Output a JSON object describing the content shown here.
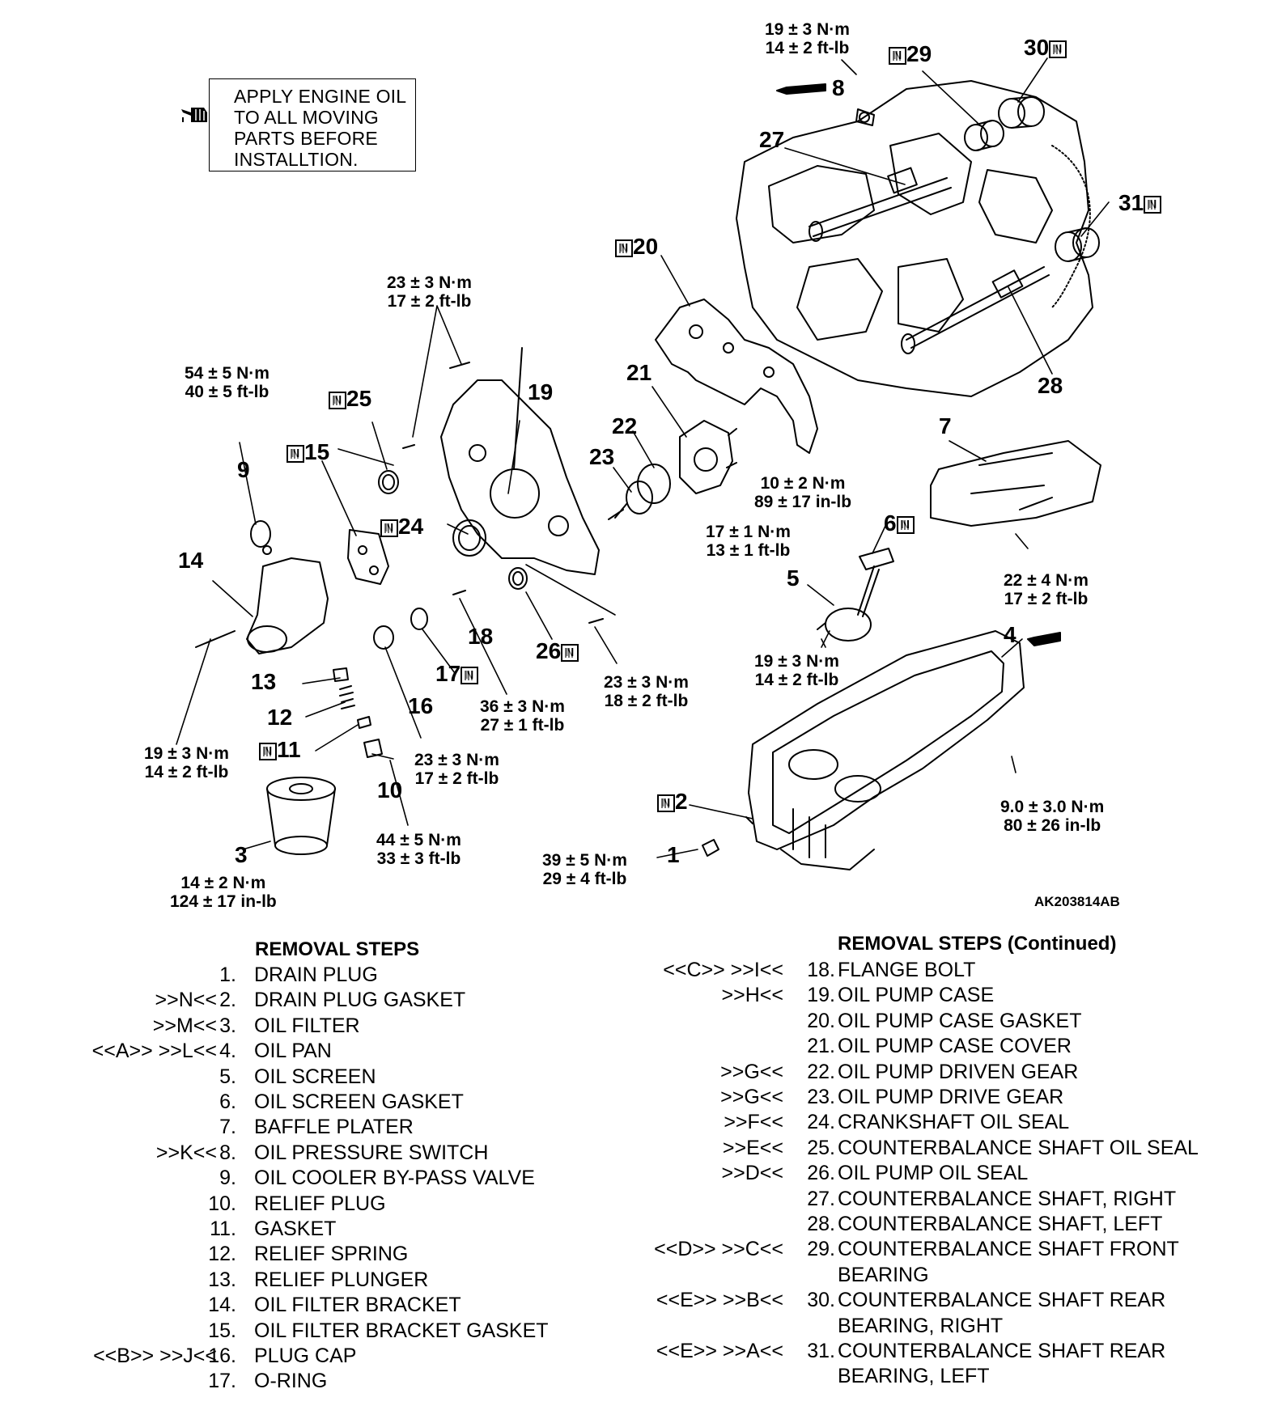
{
  "note": {
    "lines": [
      "APPLY ENGINE OIL",
      "TO ALL MOVING",
      "PARTS BEFORE",
      "INSTALLTION."
    ],
    "icon": "oil-can-icon"
  },
  "torques": {
    "t8": [
      "19 ± 3 N·m",
      "14 ± 2 ft-lb"
    ],
    "t19_top": [
      "23 ± 3 N·m",
      "17 ± 2 ft-lb"
    ],
    "t9": [
      "54 ± 5 N·m",
      "40 ± 5 ft-lb"
    ],
    "t21": [
      "10 ± 2 N·m",
      "89 ± 17 in-lb"
    ],
    "t21b": [
      "17 ± 1 N·m",
      "13 ± 1 ft-lb"
    ],
    "t7": [
      "22 ± 4 N·m",
      "17 ± 2 ft-lb"
    ],
    "t5": [
      "19 ± 3 N·m",
      "14 ± 2 ft-lb"
    ],
    "t19_bot": [
      "23 ± 3 N·m",
      "18 ± 2 ft-lb"
    ],
    "t18": [
      "36 ± 3 N·m",
      "27 ± 1 ft-lb"
    ],
    "t16": [
      "23 ± 3 N·m",
      "17 ± 2 ft-lb"
    ],
    "t14": [
      "19 ± 3 N·m",
      "14 ± 2 ft-lb"
    ],
    "t10": [
      "44 ± 5 N·m",
      "33 ± 3 ft-lb"
    ],
    "t3": [
      "14 ± 2 N·m",
      "124 ± 17 in-lb"
    ],
    "t1": [
      "39 ± 5 N·m",
      "29 ± 4 ft-lb"
    ],
    "t4": [
      "9.0 ± 3.0 N·m",
      "80 ± 26 in-lb"
    ]
  },
  "callouts": {
    "c1": "1",
    "c2": "2",
    "c3": "3",
    "c4": "4",
    "c5": "5",
    "c6": "6",
    "c7": "7",
    "c8": "8",
    "c9": "9",
    "c10": "10",
    "c11": "11",
    "c12": "12",
    "c13": "13",
    "c14": "14",
    "c15": "15",
    "c16": "16",
    "c17": "17",
    "c18": "18",
    "c19": "19",
    "c20": "20",
    "c21": "21",
    "c22": "22",
    "c23": "23",
    "c24": "24",
    "c25": "25",
    "c26": "26",
    "c27": "27",
    "c28": "28",
    "c29": "29",
    "c30": "30",
    "c31": "31"
  },
  "new_part_mark": "N",
  "figure_id": "AK203814AB",
  "removal_left": {
    "heading": "REMOVAL STEPS",
    "steps": [
      {
        "ref": "",
        "num": "1.",
        "label": "DRAIN PLUG"
      },
      {
        "ref": ">>N<<",
        "num": "2.",
        "label": "DRAIN PLUG GASKET"
      },
      {
        "ref": ">>M<<",
        "num": "3.",
        "label": "OIL FILTER"
      },
      {
        "ref": "<<A>> >>L<<",
        "num": "4.",
        "label": "OIL PAN"
      },
      {
        "ref": "",
        "num": "5.",
        "label": "OIL SCREEN"
      },
      {
        "ref": "",
        "num": "6.",
        "label": "OIL SCREEN GASKET"
      },
      {
        "ref": "",
        "num": "7.",
        "label": "BAFFLE PLATER"
      },
      {
        "ref": ">>K<<",
        "num": "8.",
        "label": "OIL PRESSURE SWITCH"
      },
      {
        "ref": "",
        "num": "9.",
        "label": "OIL COOLER BY-PASS VALVE"
      },
      {
        "ref": "",
        "num": "10.",
        "label": "RELIEF PLUG"
      },
      {
        "ref": "",
        "num": "11.",
        "label": "GASKET"
      },
      {
        "ref": "",
        "num": "12.",
        "label": "RELIEF SPRING"
      },
      {
        "ref": "",
        "num": "13.",
        "label": "RELIEF PLUNGER"
      },
      {
        "ref": "",
        "num": "14.",
        "label": "OIL FILTER BRACKET"
      },
      {
        "ref": "",
        "num": "15.",
        "label": "OIL FILTER BRACKET GASKET"
      },
      {
        "ref": "<<B>> >>J<<",
        "num": "16.",
        "label": "PLUG CAP"
      },
      {
        "ref": "",
        "num": "17.",
        "label": "O-RING"
      }
    ]
  },
  "removal_right": {
    "heading": "REMOVAL STEPS (Continued)",
    "steps": [
      {
        "ref": "<<C>> >>I<<",
        "num": "18.",
        "label": "FLANGE BOLT",
        "cont": ""
      },
      {
        "ref": ">>H<<",
        "num": "19.",
        "label": "OIL PUMP CASE",
        "cont": ""
      },
      {
        "ref": "",
        "num": "20.",
        "label": "OIL PUMP CASE GASKET",
        "cont": ""
      },
      {
        "ref": "",
        "num": "21.",
        "label": "OIL PUMP CASE COVER",
        "cont": ""
      },
      {
        "ref": ">>G<<",
        "num": "22.",
        "label": "OIL PUMP DRIVEN GEAR",
        "cont": ""
      },
      {
        "ref": ">>G<<",
        "num": "23.",
        "label": "OIL PUMP DRIVE GEAR",
        "cont": ""
      },
      {
        "ref": ">>F<<",
        "num": "24.",
        "label": "CRANKSHAFT OIL SEAL",
        "cont": ""
      },
      {
        "ref": ">>E<<",
        "num": "25.",
        "label": "COUNTERBALANCE SHAFT OIL SEAL",
        "cont": ""
      },
      {
        "ref": ">>D<<",
        "num": "26.",
        "label": "OIL PUMP OIL SEAL",
        "cont": ""
      },
      {
        "ref": "",
        "num": "27.",
        "label": "COUNTERBALANCE SHAFT, RIGHT",
        "cont": ""
      },
      {
        "ref": "",
        "num": "28.",
        "label": "COUNTERBALANCE SHAFT, LEFT",
        "cont": ""
      },
      {
        "ref": "<<D>> >>C<<",
        "num": "29.",
        "label": "COUNTERBALANCE SHAFT FRONT",
        "cont": "BEARING"
      },
      {
        "ref": "<<E>> >>B<<",
        "num": "30.",
        "label": "COUNTERBALANCE SHAFT REAR",
        "cont": "BEARING, RIGHT"
      },
      {
        "ref": "<<E>> >>A<<",
        "num": "31.",
        "label": "COUNTERBALANCE SHAFT REAR",
        "cont": "BEARING, LEFT"
      }
    ]
  }
}
